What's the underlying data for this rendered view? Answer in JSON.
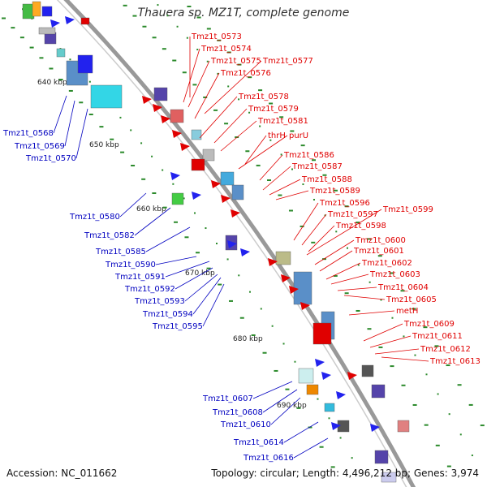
{
  "title": "Thauera sp. MZ1T, complete genome",
  "accession_text": "Accession: NC_011662",
  "summary_text": "Topology: circular; Length: 4,496,212 bp; Genes: 3,974",
  "colors": {
    "backbone": "#999999",
    "forward_label": "#e00000",
    "reverse_label": "#0000c0",
    "tick": "#2b8a2b"
  },
  "kbp_ticks": [
    "640 kbp",
    "650 kbp",
    "660 kbp",
    "670 kbp",
    "680 kbp",
    "690 kbp"
  ],
  "forward_genes": [
    "Tmz1t_0573",
    "Tmz1t_0574",
    "Tmz1t_0575",
    "Tmz1t_0577",
    "Tmz1t_0576",
    "Tmz1t_0578",
    "Tmz1t_0579",
    "Tmz1t_0581",
    "thrH",
    "purU",
    "Tmz1t_0586",
    "Tmz1t_0587",
    "Tmz1t_0588",
    "Tmz1t_0589",
    "Tmz1t_0596",
    "Tmz1t_0599",
    "Tmz1t_0597",
    "Tmz1t_0598",
    "Tmz1t_0600",
    "Tmz1t_0601",
    "Tmz1t_0602",
    "Tmz1t_0603",
    "Tmz1t_0604",
    "Tmz1t_0605",
    "metH",
    "Tmz1t_0609",
    "Tmz1t_0611",
    "Tmz1t_0612",
    "Tmz1t_0613"
  ],
  "reverse_genes": [
    "Tmz1t_0568",
    "Tmz1t_0569",
    "Tmz1t_0570",
    "Tmz1t_0580",
    "Tmz1t_0582",
    "Tmz1t_0585",
    "Tmz1t_0590",
    "Tmz1t_0591",
    "Tmz1t_0592",
    "Tmz1t_0593",
    "Tmz1t_0594",
    "Tmz1t_0595",
    "Tmz1t_0607",
    "Tmz1t_0608",
    "Tmz1t_0610",
    "Tmz1t_0614",
    "Tmz1t_0616"
  ]
}
